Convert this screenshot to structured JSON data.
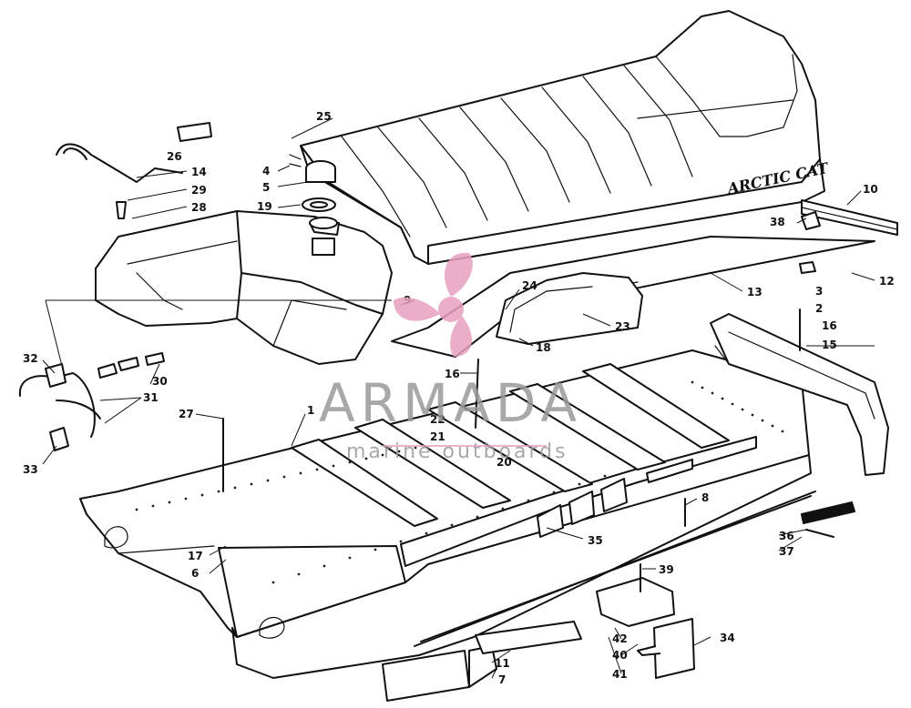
{
  "watermark": {
    "title": "ARMADA",
    "subtitle": "marine outboards",
    "accent": "#e8a0c0"
  },
  "seat_brand": "ARCTIC CAT",
  "callouts": [
    {
      "id": "c1",
      "label": "1"
    },
    {
      "id": "c2",
      "label": "2"
    },
    {
      "id": "c3",
      "label": "3"
    },
    {
      "id": "c4",
      "label": "4"
    },
    {
      "id": "c5",
      "label": "5"
    },
    {
      "id": "c6",
      "label": "6"
    },
    {
      "id": "c7",
      "label": "7"
    },
    {
      "id": "c8",
      "label": "8"
    },
    {
      "id": "c9",
      "label": "9"
    },
    {
      "id": "c10",
      "label": "10"
    },
    {
      "id": "c11",
      "label": "11"
    },
    {
      "id": "c12",
      "label": "12"
    },
    {
      "id": "c13",
      "label": "13"
    },
    {
      "id": "c14",
      "label": "14"
    },
    {
      "id": "c15",
      "label": "15"
    },
    {
      "id": "c16a",
      "label": "16"
    },
    {
      "id": "c16b",
      "label": "16"
    },
    {
      "id": "c17",
      "label": "17"
    },
    {
      "id": "c18",
      "label": "18"
    },
    {
      "id": "c19",
      "label": "19"
    },
    {
      "id": "c20",
      "label": "20"
    },
    {
      "id": "c21",
      "label": "21"
    },
    {
      "id": "c22",
      "label": "22"
    },
    {
      "id": "c23",
      "label": "23"
    },
    {
      "id": "c24",
      "label": "24"
    },
    {
      "id": "c25",
      "label": "25"
    },
    {
      "id": "c26",
      "label": "26"
    },
    {
      "id": "c27",
      "label": "27"
    },
    {
      "id": "c28",
      "label": "28"
    },
    {
      "id": "c29",
      "label": "29"
    },
    {
      "id": "c30",
      "label": "30"
    },
    {
      "id": "c31",
      "label": "31"
    },
    {
      "id": "c32",
      "label": "32"
    },
    {
      "id": "c33",
      "label": "33"
    },
    {
      "id": "c34",
      "label": "34"
    },
    {
      "id": "c35",
      "label": "35"
    },
    {
      "id": "c36",
      "label": "36"
    },
    {
      "id": "c37",
      "label": "37"
    },
    {
      "id": "c38",
      "label": "38"
    },
    {
      "id": "c39",
      "label": "39"
    },
    {
      "id": "c40",
      "label": "40"
    },
    {
      "id": "c41",
      "label": "41"
    },
    {
      "id": "c42",
      "label": "42"
    }
  ]
}
